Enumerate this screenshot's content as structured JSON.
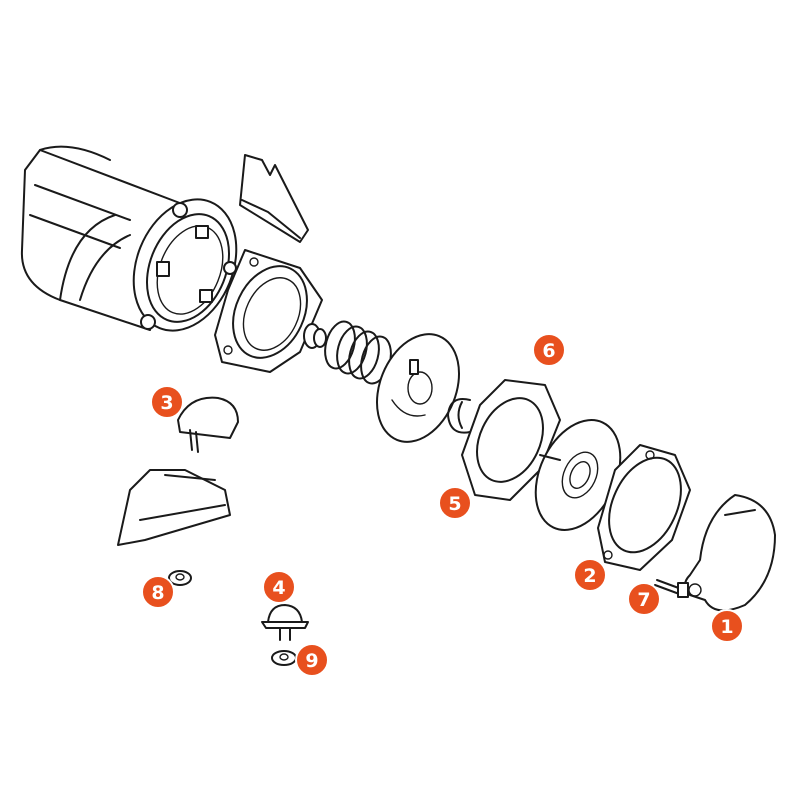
{
  "accent_color": "#e8501e",
  "badges": [
    {
      "label": "1"
    },
    {
      "label": "2"
    },
    {
      "label": "3"
    },
    {
      "label": "4"
    },
    {
      "label": "5"
    },
    {
      "label": "6"
    },
    {
      "label": "7"
    },
    {
      "label": "8"
    },
    {
      "label": "9"
    }
  ]
}
